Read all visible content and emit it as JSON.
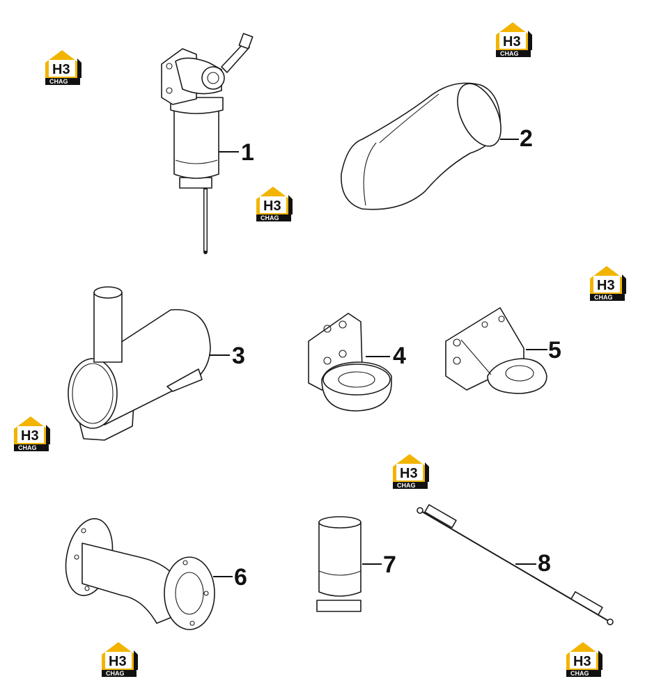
{
  "watermark": {
    "top": "H3",
    "bottom": "CHAG",
    "brand_color": "#f2b400",
    "icon": "house-logo"
  },
  "parts": [
    {
      "number": "1",
      "name": "fuel-filter-assembly"
    },
    {
      "number": "2",
      "name": "elbow-hose"
    },
    {
      "number": "3",
      "name": "muffler"
    },
    {
      "number": "4",
      "name": "mounting-bracket"
    },
    {
      "number": "5",
      "name": "mounting-bracket"
    },
    {
      "number": "6",
      "name": "flanged-elbow-pipe"
    },
    {
      "number": "7",
      "name": "air-intake-sleeve"
    },
    {
      "number": "8",
      "name": "control-cable"
    }
  ]
}
